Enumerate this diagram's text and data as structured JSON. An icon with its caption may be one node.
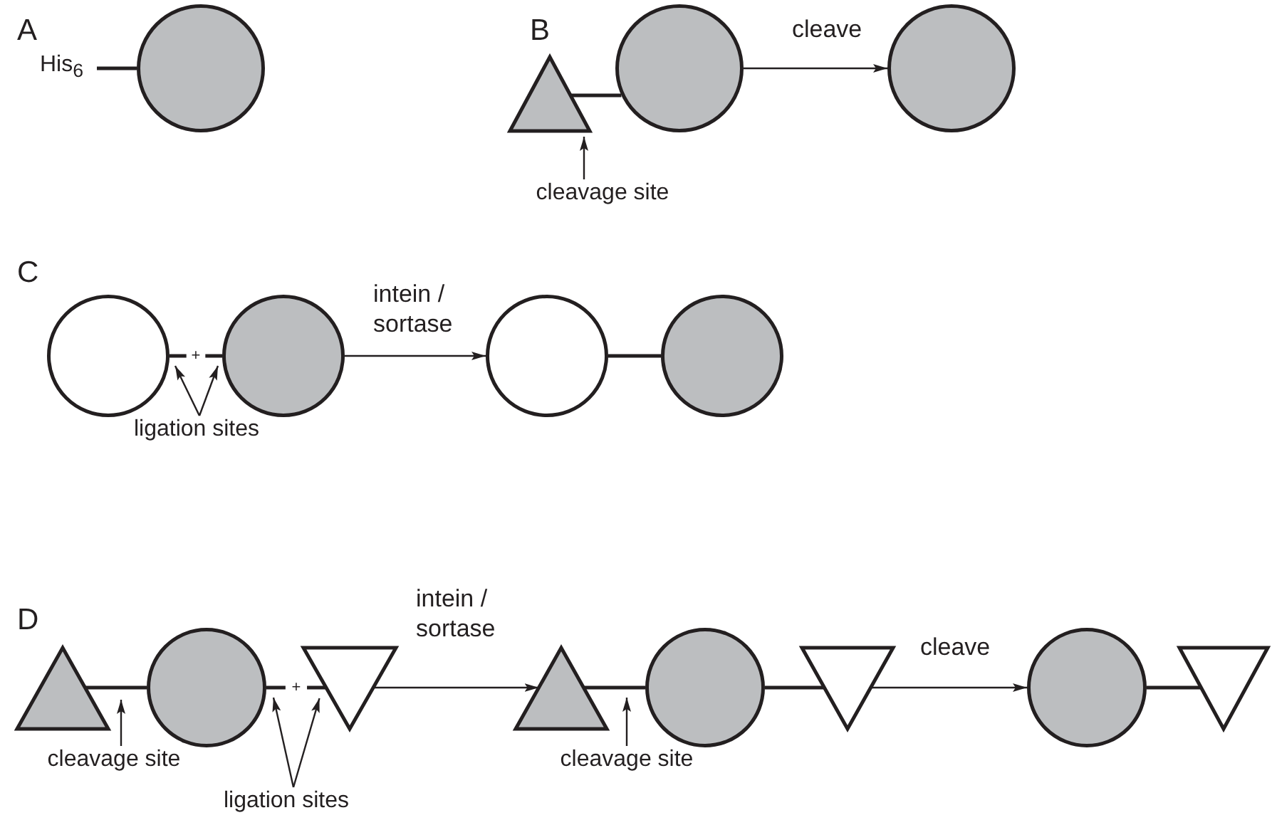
{
  "diagram": {
    "nodes": [
      {
        "text": [
          "His$_{6}$"
        ]
      },
      {
        "text": [],
        "shape": "circle"
      },
      {
        "text": [],
        "shape": "triangle"
      },
      {
        "text": [],
        "shape": "circle"
      },
      {
        "text": [],
        "shape": "circle"
      },
      {
        "text": [
          "cleavage site"
        ]
      },
      {
        "text": [],
        "shape": "circle"
      },
      {
        "text": [],
        "shape": "circle"
      },
      {
        "text": [],
        "shape": "circle"
      },
      {
        "text": [],
        "shape": "circle"
      },
      {
        "text": [
          "ligation sites"
        ]
      },
      {
        "text": [],
        "shape": "triangle"
      },
      {
        "text": [],
        "shape": "circle"
      },
      {
        "text": [],
        "shape": "triangle"
      },
      {
        "text": [],
        "shape": "triangle"
      },
      {
        "text": [],
        "shape": "circle"
      },
      {
        "text": [],
        "shape": "triangle"
      },
      {
        "text": [],
        "shape": "circle"
      },
      {
        "text": [],
        "shape": "triangle"
      },
      {
        "text": [
          "cleavage site"
        ]
      },
      {
        "text": [
          "ligation sites"
        ]
      },
      {
        "text": [
          "cleavage site"
        ]
      }
    ],
    "edges": [
      {
        "from": 0,
        "to": 1,
        "arrow": "none"
      },
      {
        "from": 2,
        "to": 3,
        "arrow": "none"
      },
      {
        "from": 3,
        "to": 4,
        "arrow": "to",
        "label": "cleave"
      },
      {
        "from": 5,
        "to": 2,
        "arrow": "to"
      },
      {
        "from": 6,
        "to": 7,
        "arrow": "none",
        "label": "+",
        "style": "dashed"
      },
      {
        "from": 7,
        "to": 8,
        "arrow": "to",
        "label": "intein / sortase"
      },
      {
        "from": 8,
        "to": 9,
        "arrow": "none"
      },
      {
        "from": 10,
        "to": 6,
        "arrow": "to"
      },
      {
        "from": 10,
        "to": 7,
        "arrow": "to"
      },
      {
        "from": 11,
        "to": 12,
        "arrow": "none"
      },
      {
        "from": 12,
        "to": 13,
        "arrow": "none",
        "label": "+",
        "style": "dashed"
      },
      {
        "from": 13,
        "to": 14,
        "arrow": "to",
        "label": "intein / sortase"
      },
      {
        "from": 14,
        "to": 15,
        "arrow": "none"
      },
      {
        "from": 15,
        "to": 16,
        "arrow": "none"
      },
      {
        "from": 16,
        "to": 17,
        "arrow": "to",
        "label": "cleave"
      },
      {
        "from": 17,
        "to": 18,
        "arrow": "none"
      },
      {
        "from": 19,
        "to": 11,
        "arrow": "to"
      },
      {
        "from": 20,
        "to": 12,
        "arrow": "to"
      },
      {
        "from": 20,
        "to": 13,
        "arrow": "to"
      },
      {
        "from": 21,
        "to": 15,
        "arrow": "to"
      }
    ],
    "labels": [
      "A",
      "B",
      "C",
      "D"
    ]
  }
}
